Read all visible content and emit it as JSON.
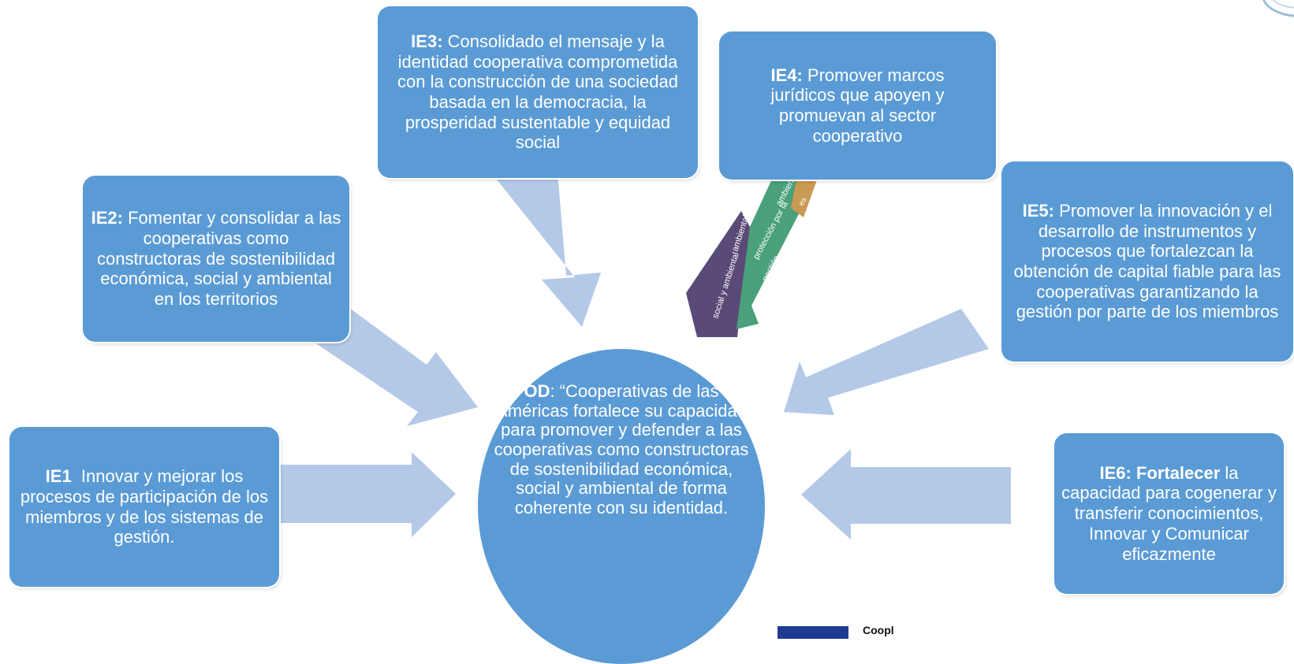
{
  "diagram": {
    "nodes": [
      {
        "id": "ie1",
        "label_bold": "IE1",
        "text": "  Innovar y mejorar los procesos de participación de los miembros y de los sistemas de gestión."
      },
      {
        "id": "ie2",
        "label_bold": "IE2:",
        "text": " Fomentar y consolidar a las cooperativas como constructoras de sostenibilidad económica, social y ambiental en los territorios"
      },
      {
        "id": "ie3",
        "label_bold": "IE3:",
        "text": " Consolidado el mensaje y la identidad cooperativa comprometida con la construcción de una sociedad basada en la democracia, la prosperidad sustentable y equidad social"
      },
      {
        "id": "ie4",
        "label_bold": "IE4:",
        "text": " Promover marcos jurídicos que apoyen y promuevan al sector cooperativo"
      },
      {
        "id": "ie5",
        "label_bold": "IE5:",
        "text": " Promover la innovación y el desarrollo de instrumentos y procesos que fortalezcan la obtención de capital fiable para las cooperativas garantizando la gestión por parte de los miembros"
      },
      {
        "id": "ie6",
        "label_bold": "IE6: Fortalecer",
        "text": " la capacidad para cogenerar y transferir conocimientos, Innovar y Comunicar eficazmente"
      }
    ],
    "center": {
      "label_bold": "OD",
      "text": ": “Cooperativas de las Américas fortalece su capacidad para promover y defender a las cooperativas como constructoras de sostenibilidad económica, social y ambiental de forma coherente con su identidad."
    },
    "embedded_fragment": {
      "lines": [
        "social y ambiental",
        "ambiental y",
        "protección por la",
        "gestión",
        "ambiental",
        "es"
      ]
    },
    "bottom_logo_text": "Coopl"
  },
  "colors": {
    "box_fill": "#5b9bd5",
    "arrow_fill": "#b4c9e7",
    "fragment_purple": "#5a4a78",
    "fragment_green": "#4aa07a",
    "fragment_orange": "#c99a52"
  }
}
